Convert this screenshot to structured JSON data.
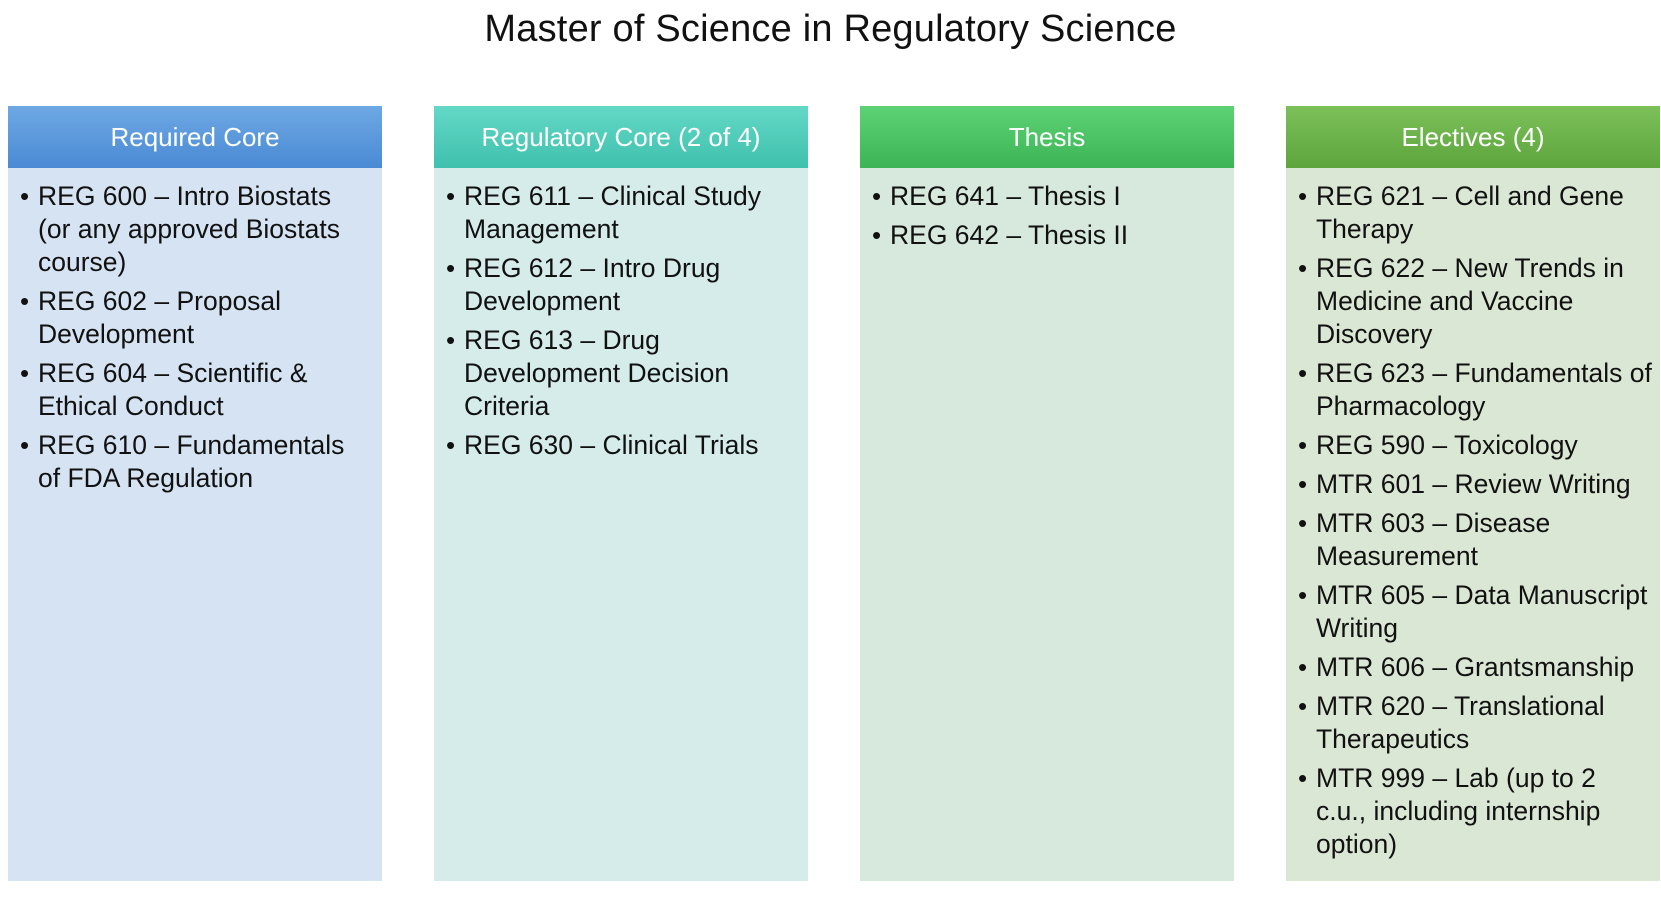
{
  "title": "Master of Science in Regulatory Science",
  "columns": [
    {
      "header": "Required Core",
      "color": "#5a9be0",
      "items": [
        "REG 600 – Intro Biostats (or any approved Biostats course)",
        "REG 602 – Proposal Development",
        "REG 604 – Scientific & Ethical Conduct",
        "REG 610 – Fundamentals of FDA Regulation"
      ]
    },
    {
      "header": "Regulatory Core (2 of 4)",
      "color": "#4fcdb9",
      "items": [
        "REG 611 – Clinical Study Management",
        "REG 612 – Intro Drug Development",
        "REG 613 – Drug Development Decision Criteria",
        "REG 630 – Clinical Trials"
      ]
    },
    {
      "header": "Thesis",
      "color": "#4cc465",
      "items": [
        "REG 641 – Thesis I",
        "REG 642 – Thesis II"
      ]
    },
    {
      "header": "Electives (4)",
      "color": "#6db34b",
      "items": [
        "REG 621 – Cell and Gene Therapy",
        "REG 622 – New Trends in Medicine and Vaccine Discovery",
        "REG 623 – Fundamentals of Pharmacology",
        "REG 590 – Toxicology",
        "MTR 601 – Review Writing",
        "MTR 603 – Disease Measurement",
        "MTR 605 – Data Manuscript Writing",
        "MTR 606 – Grantsmanship",
        "MTR 620 – Translational Therapeutics",
        "MTR 999 – Lab (up to 2 c.u., including internship option)"
      ]
    }
  ]
}
